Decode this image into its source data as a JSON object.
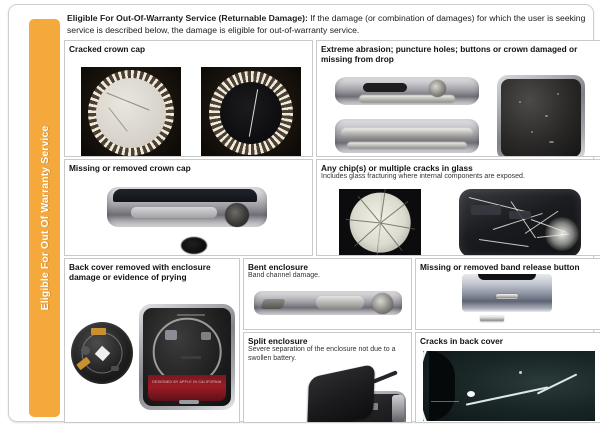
{
  "sidebar": {
    "label": "Eligible For Out Of Warranty Service",
    "color": "#f5a93c"
  },
  "header": {
    "bold_prefix": "Eligible For Out-Of-Warranty Service (Returnable Damage):",
    "body": " If the damage (or combination of damages) for which the user is seeking service is described below, the damage is eligible for out-of-warranty service."
  },
  "panels": [
    {
      "id": "crown-cap",
      "title": "Cracked crown cap",
      "subtitle": "",
      "images": [
        "cracked-crown-cap-light",
        "cracked-crown-cap-dark"
      ]
    },
    {
      "id": "abrasion",
      "title": "Extreme abrasion; puncture holes; buttons or crown damaged or missing from drop",
      "subtitle": "",
      "images": [
        "watch-side-abrasion-top",
        "watch-side-abrasion-bottom",
        "watch-back-abrasion"
      ]
    },
    {
      "id": "missing-crown",
      "title": "Missing or removed crown cap",
      "subtitle": "",
      "images": [
        "watch-side-missing-crown",
        "detached-crown-cap"
      ]
    },
    {
      "id": "glass-cracks",
      "title": "Any chip(s) or multiple cracks in glass",
      "subtitle": "Includes glass fracturing where internal components are exposed.",
      "images": [
        "chipped-sensor-glass",
        "shattered-watch-glass"
      ]
    },
    {
      "id": "back-cover",
      "title": "Back cover removed with enclosure damage or evidence of prying",
      "subtitle": "",
      "images": [
        "removed-back-cover-module",
        "pried-enclosure"
      ]
    },
    {
      "id": "bent",
      "title": "Bent enclosure",
      "subtitle": "Band channel damage.",
      "images": [
        "bent-enclosure-side"
      ]
    },
    {
      "id": "split",
      "title": "Split enclosure",
      "subtitle": "Severe separation of the enclosure not due to a swollen battery.",
      "images": [
        "split-enclosure-open"
      ]
    },
    {
      "id": "band-release",
      "title": "Missing or removed band release button",
      "subtitle": "",
      "images": [
        "missing-band-release-button"
      ]
    },
    {
      "id": "back-cracks",
      "title": "Cracks in back cover",
      "subtitle": "",
      "images": [
        "cracked-back-cover"
      ]
    }
  ]
}
